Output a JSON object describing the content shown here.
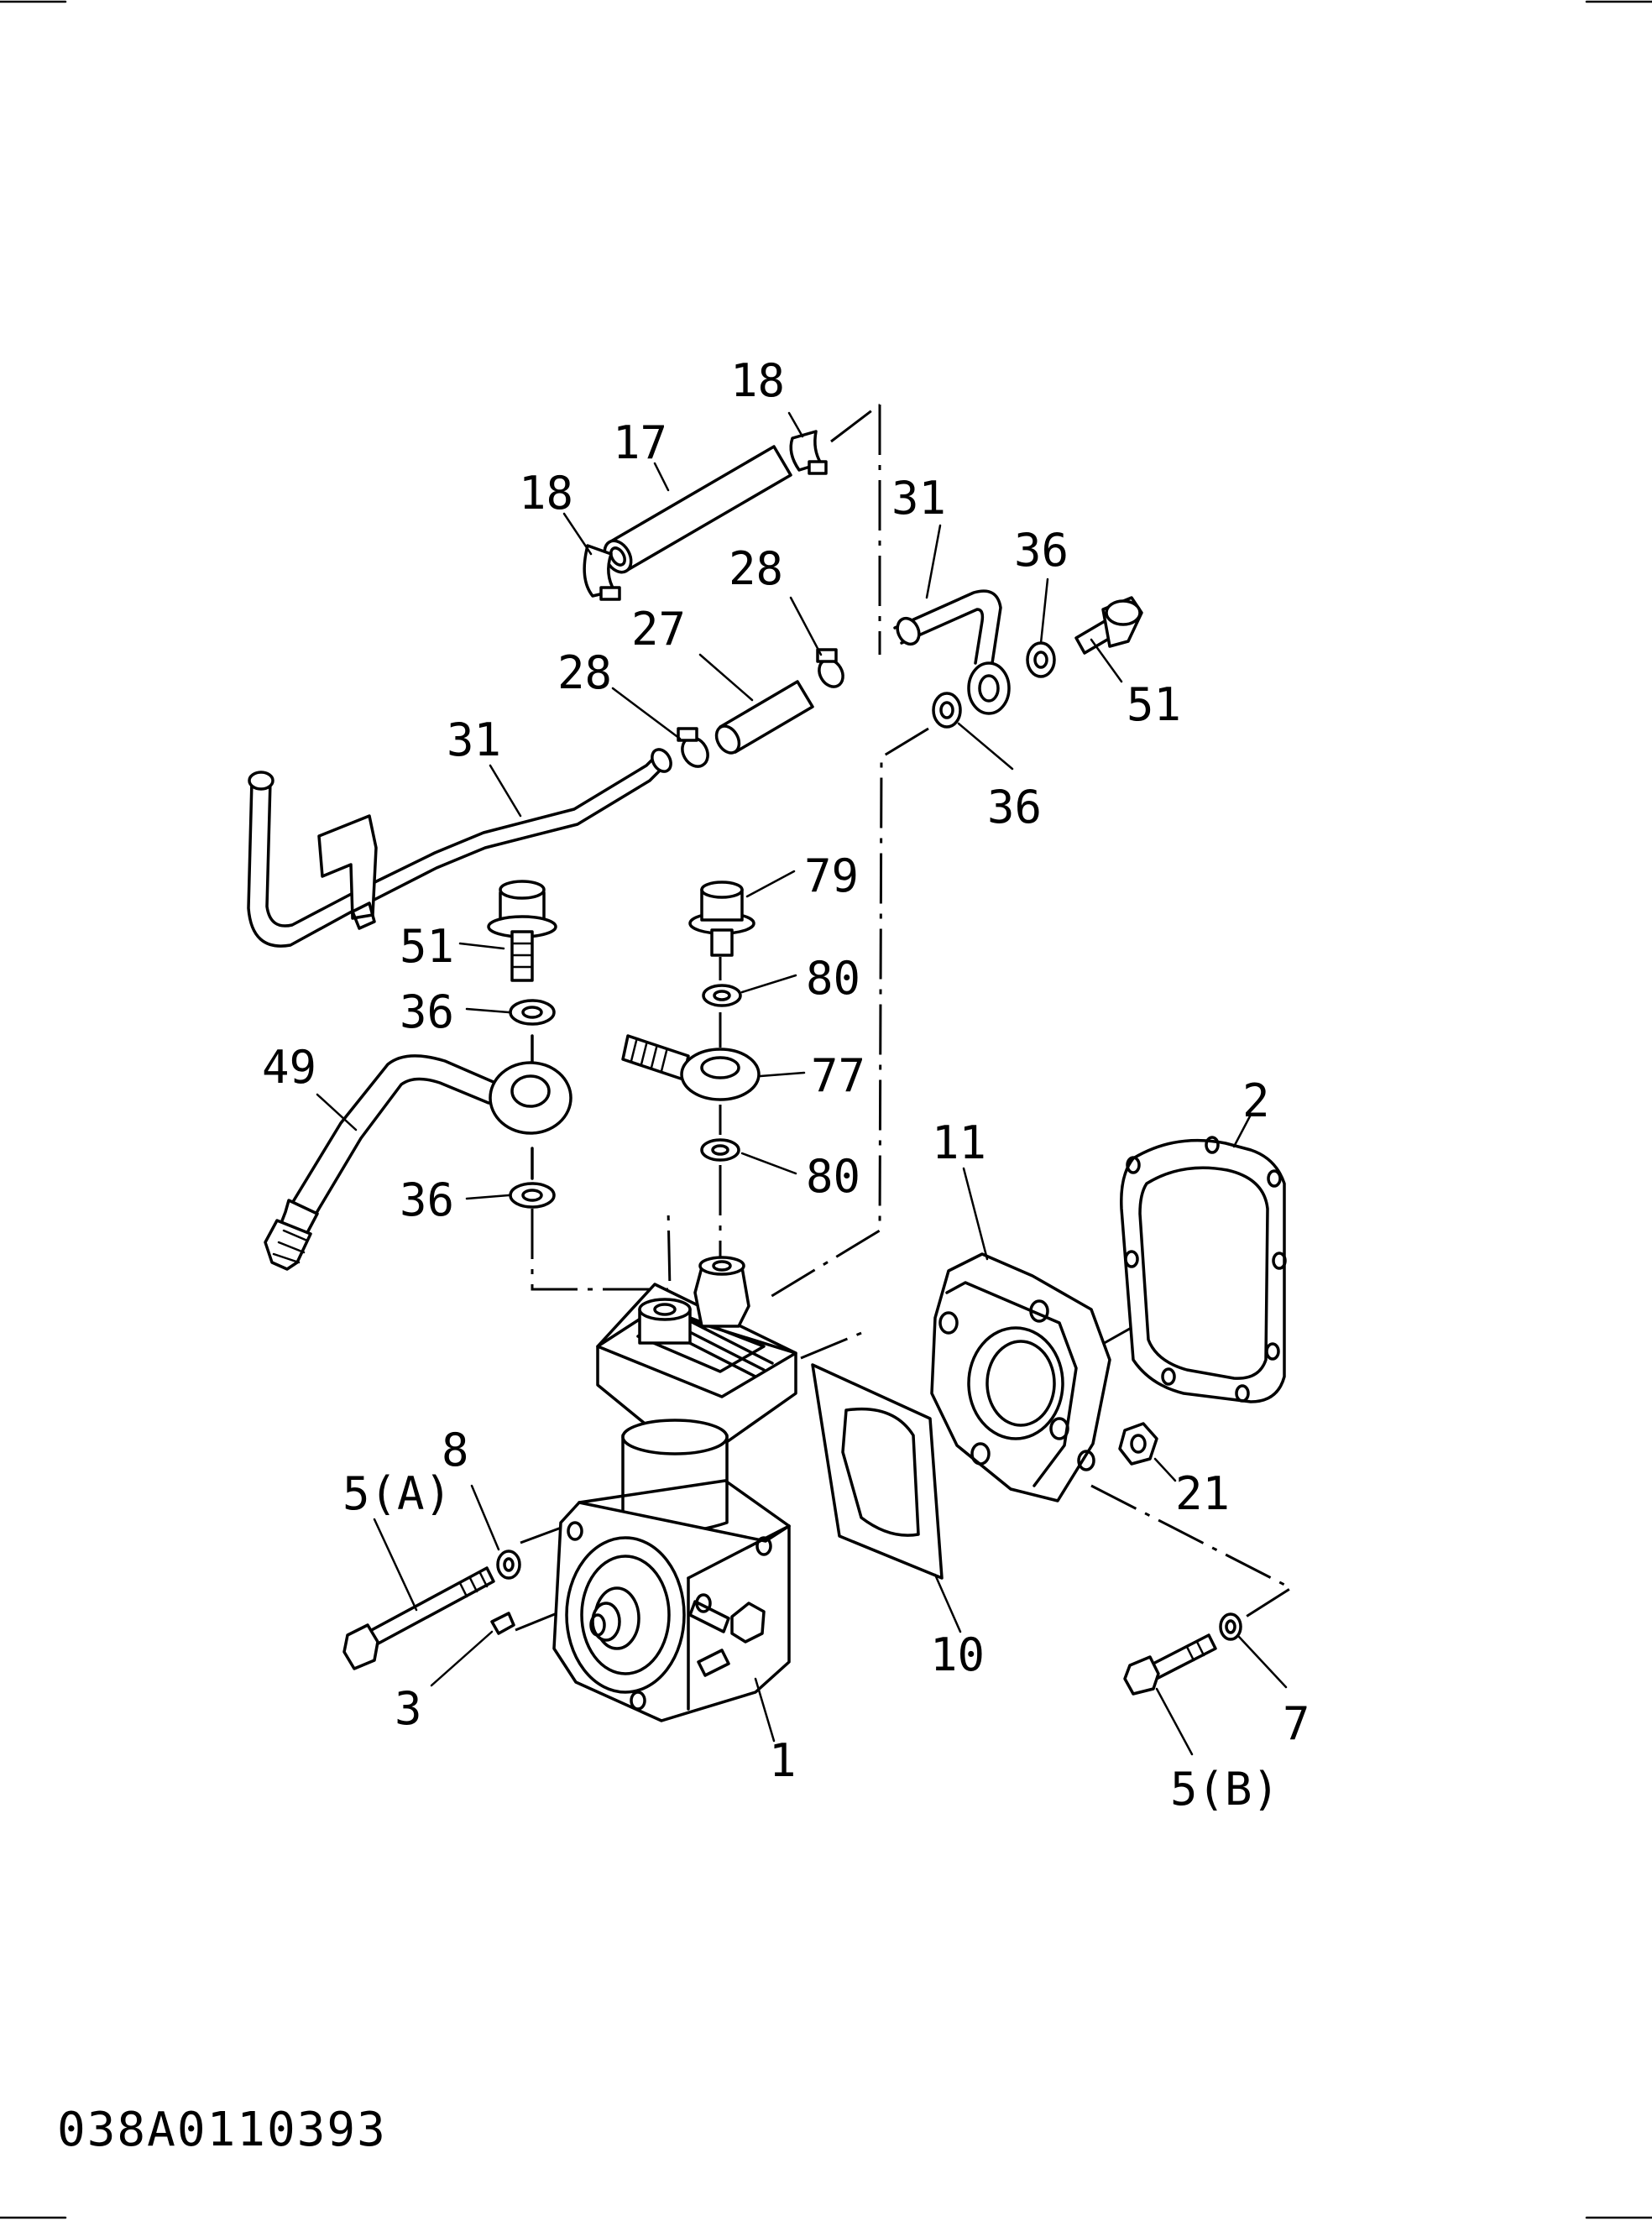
{
  "diagram": {
    "drawing_code": "038A0110393",
    "callouts": [
      {
        "id": "c18a",
        "label": "18"
      },
      {
        "id": "c17",
        "label": "17"
      },
      {
        "id": "c18b",
        "label": "18"
      },
      {
        "id": "c31a",
        "label": "31"
      },
      {
        "id": "c36a",
        "label": "36"
      },
      {
        "id": "c28a",
        "label": "28"
      },
      {
        "id": "c27",
        "label": "27"
      },
      {
        "id": "c28b",
        "label": "28"
      },
      {
        "id": "c51a",
        "label": "51"
      },
      {
        "id": "c31b",
        "label": "31"
      },
      {
        "id": "c36b",
        "label": "36"
      },
      {
        "id": "c79",
        "label": "79"
      },
      {
        "id": "c51b",
        "label": "51"
      },
      {
        "id": "c80a",
        "label": "80"
      },
      {
        "id": "c36c",
        "label": "36"
      },
      {
        "id": "c49",
        "label": "49"
      },
      {
        "id": "c77",
        "label": "77"
      },
      {
        "id": "c2",
        "label": "2"
      },
      {
        "id": "c11",
        "label": "11"
      },
      {
        "id": "c80b",
        "label": "80"
      },
      {
        "id": "c36d",
        "label": "36"
      },
      {
        "id": "c8",
        "label": "8"
      },
      {
        "id": "c5a",
        "label": "5(A)"
      },
      {
        "id": "c21",
        "label": "21"
      },
      {
        "id": "c10",
        "label": "10"
      },
      {
        "id": "c7",
        "label": "7"
      },
      {
        "id": "c3",
        "label": "3"
      },
      {
        "id": "c1",
        "label": "1"
      },
      {
        "id": "c5b",
        "label": "5(B)"
      }
    ]
  }
}
